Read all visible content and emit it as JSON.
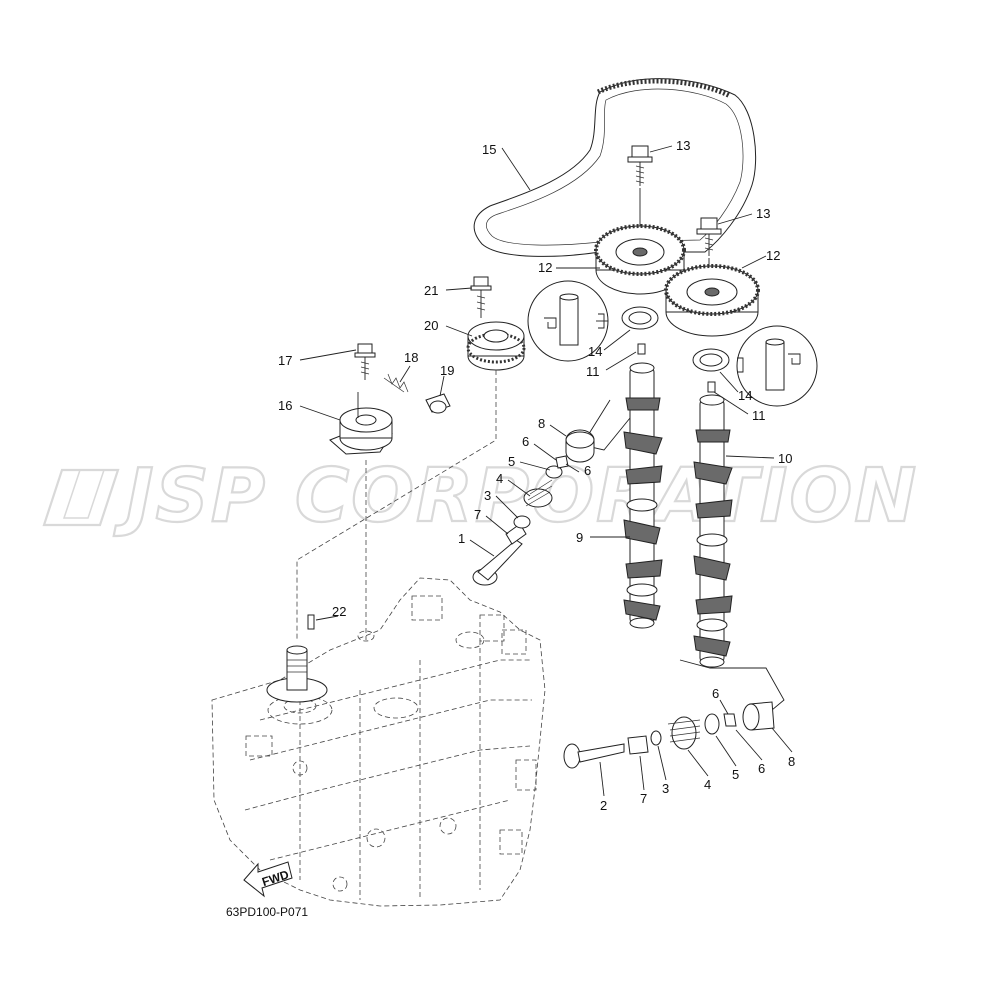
{
  "watermark": "JSP CORPORATION",
  "diagram_code": "63PD100-P071",
  "fwd_label": "FWD",
  "callouts": {
    "c1": "1",
    "c2": "2",
    "c3a": "3",
    "c3b": "3",
    "c4a": "4",
    "c4b": "4",
    "c5a": "5",
    "c5b": "5",
    "c6a": "6",
    "c6b": "6",
    "c6c": "6",
    "c6d": "6",
    "c7a": "7",
    "c7b": "7",
    "c8a": "8",
    "c8b": "8",
    "c9": "9",
    "c10": "10",
    "c11a": "11",
    "c11b": "11",
    "c12a": "12",
    "c12b": "12",
    "c13a": "13",
    "c13b": "13",
    "c14a": "14",
    "c14b": "14",
    "c15": "15",
    "c16": "16",
    "c17": "17",
    "c18": "18",
    "c19": "19",
    "c20": "20",
    "c21": "21",
    "c22": "22"
  }
}
